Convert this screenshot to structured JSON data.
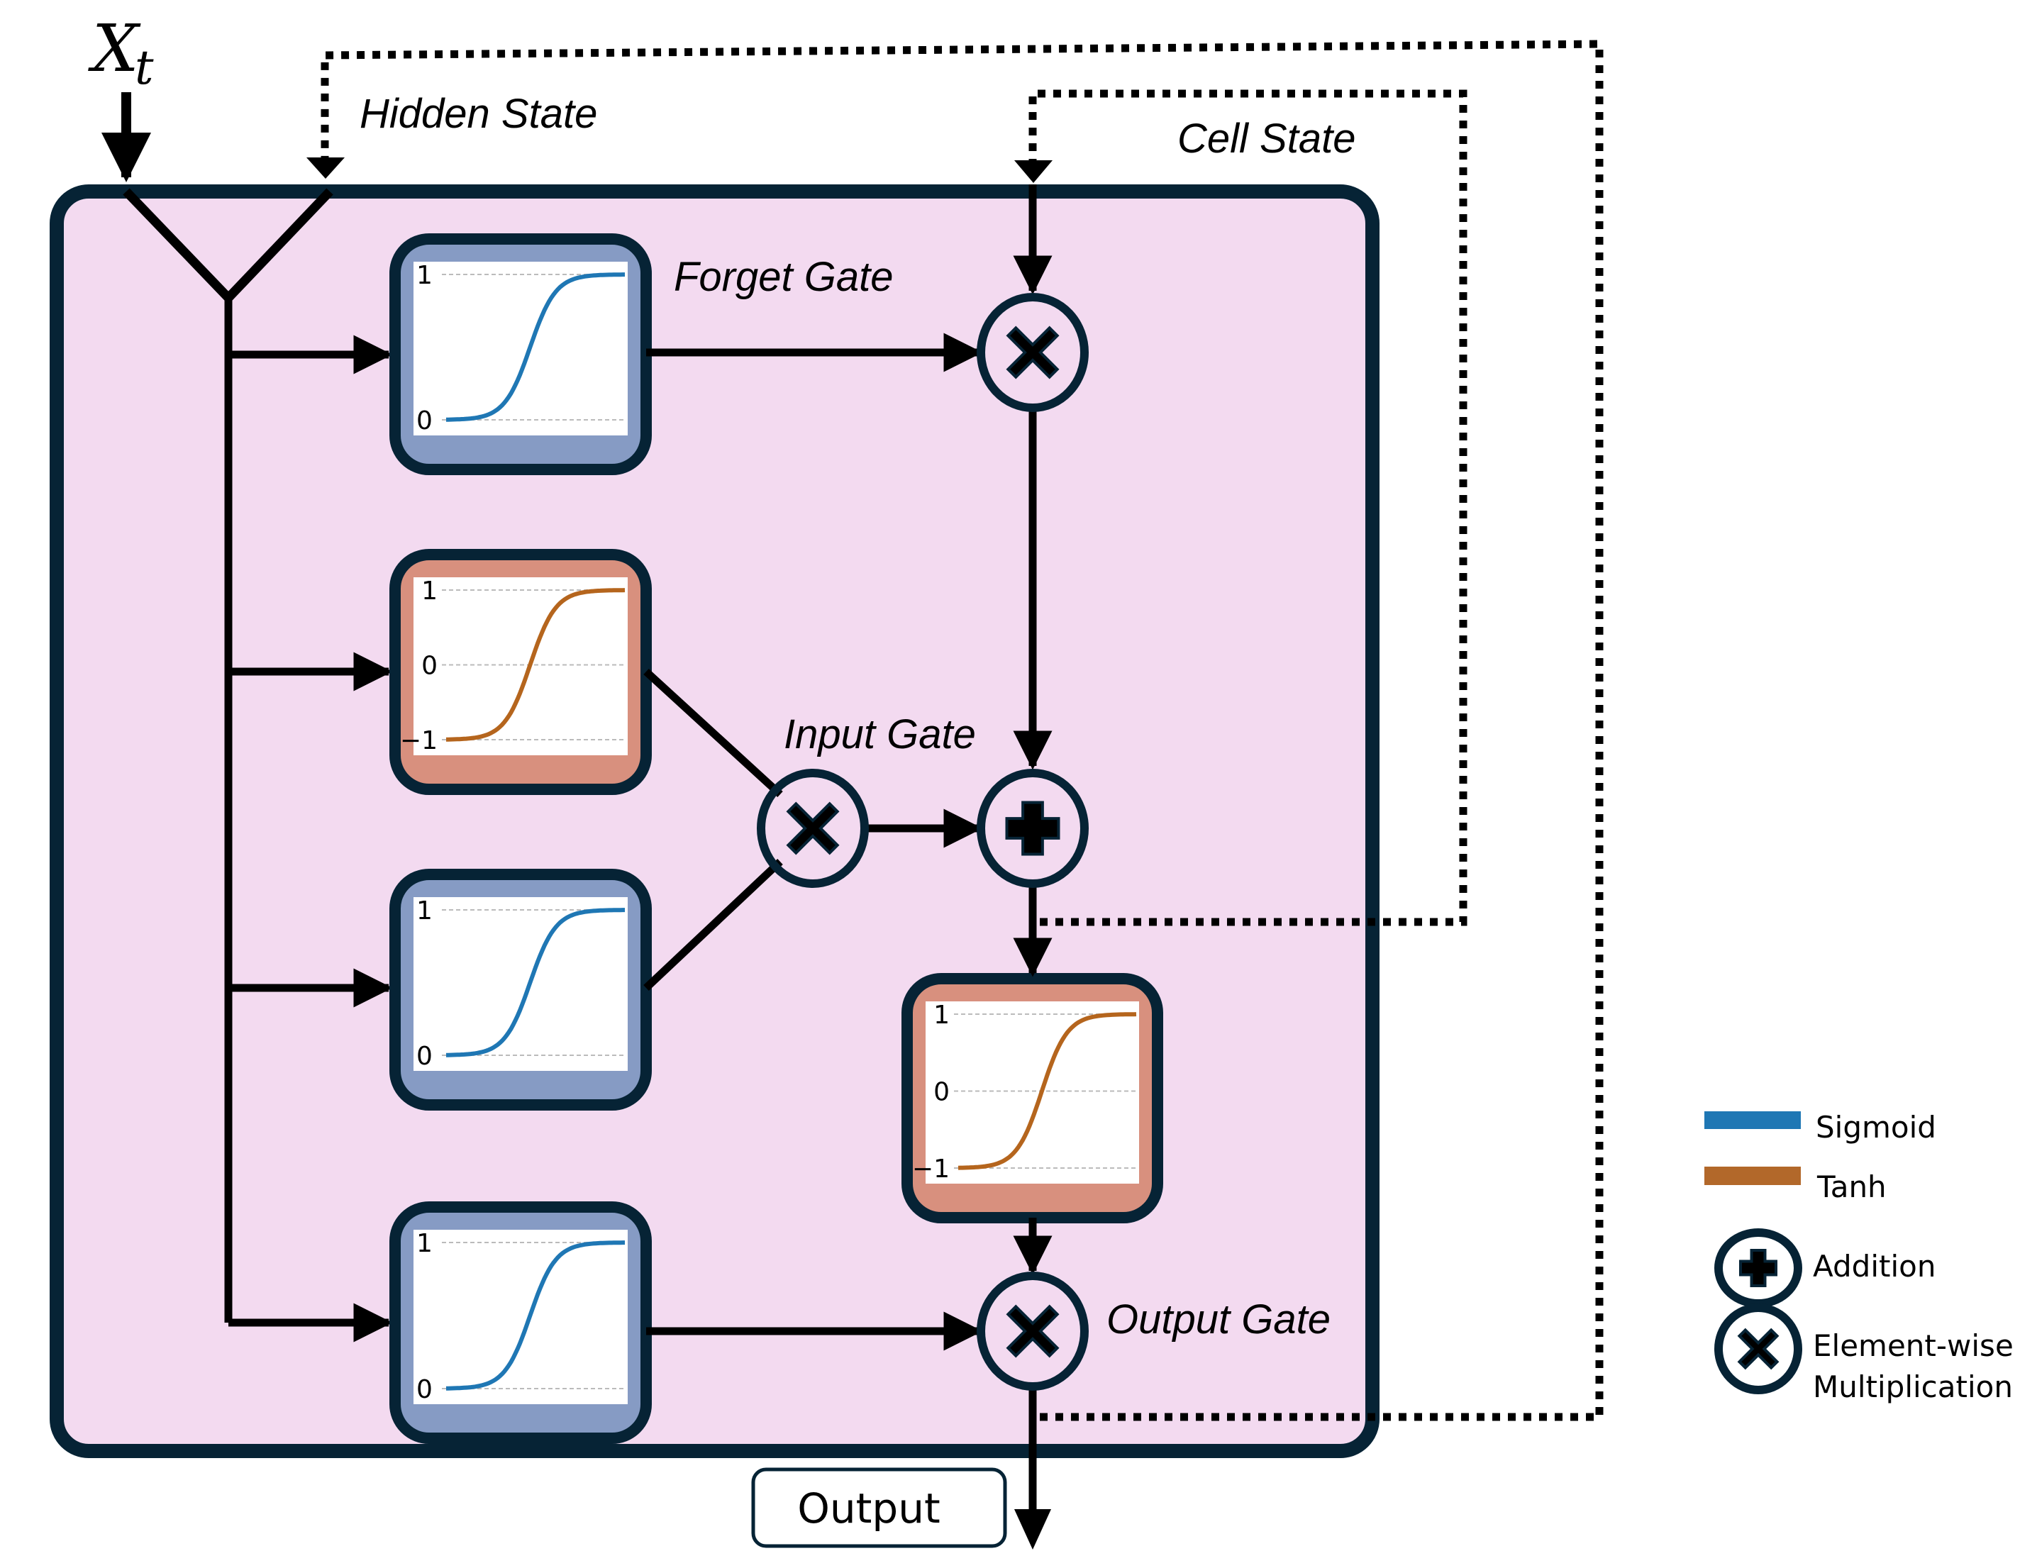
{
  "title": "LSTM Cell Diagram",
  "inputs": {
    "x_t_main": "X",
    "x_t_sub": "t",
    "hidden_state": "Hidden State",
    "cell_state": "Cell State"
  },
  "gates": {
    "forget": "Forget Gate",
    "input": "Input Gate",
    "output": "Output Gate"
  },
  "output_label": "Output",
  "activation_plots": [
    {
      "id": "forget-sigmoid",
      "type": "sigmoid",
      "ticks": [
        "1",
        "0"
      ]
    },
    {
      "id": "input-tanh",
      "type": "tanh",
      "ticks": [
        "1",
        "0",
        "−1"
      ]
    },
    {
      "id": "input-sigmoid",
      "type": "sigmoid",
      "ticks": [
        "1",
        "0"
      ]
    },
    {
      "id": "output-sigmoid",
      "type": "sigmoid",
      "ticks": [
        "1",
        "0"
      ]
    },
    {
      "id": "cell-tanh",
      "type": "tanh",
      "ticks": [
        "1",
        "0",
        "−1"
      ]
    }
  ],
  "legend": {
    "sigmoid": "Sigmoid",
    "tanh": "Tanh",
    "addition": "Addition",
    "multiplication_line1": "Element-wise",
    "multiplication_line2": "Multiplication"
  },
  "colors": {
    "cell_bg": "#f3daf0",
    "border": "#062335",
    "sigmoid_line": "#1f77b4",
    "tanh_line": "#b5651d",
    "sigmoid_box": "#869bc4",
    "tanh_box": "#d8907e",
    "legend_sigmoid": "#1f77b4",
    "legend_tanh": "#b2682a"
  }
}
